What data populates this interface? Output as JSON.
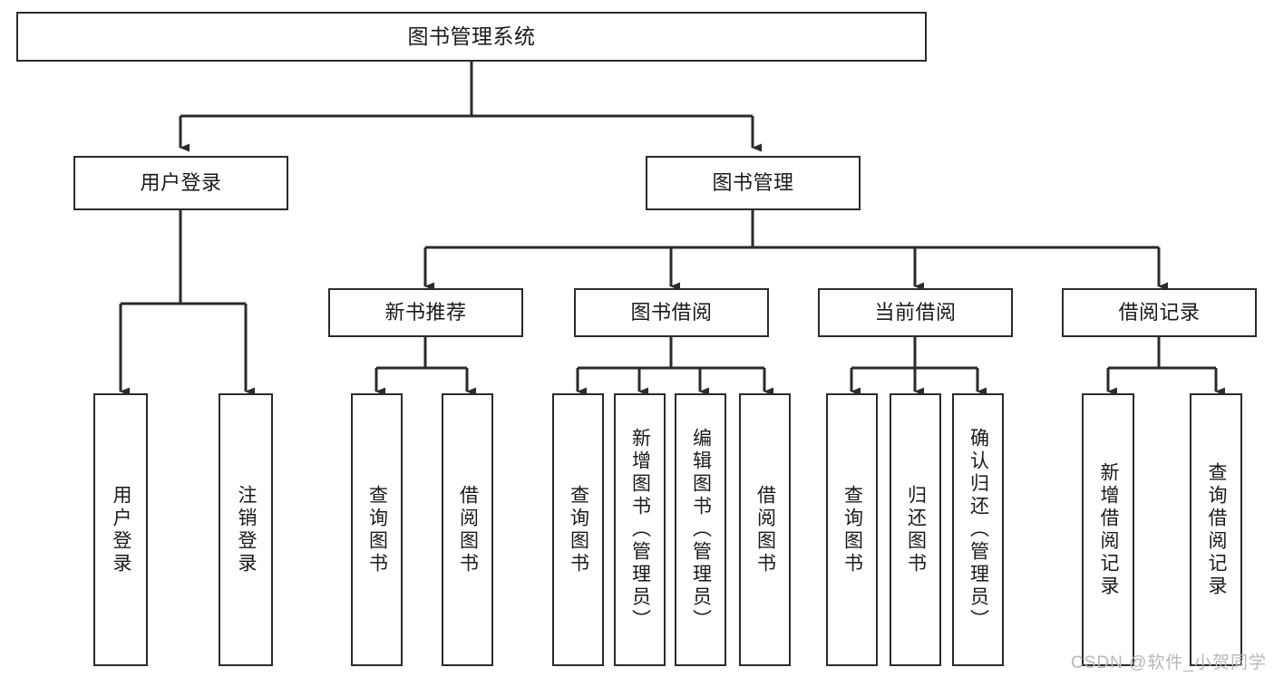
{
  "diagram": {
    "title": "图书管理系统",
    "type": "tree-hierarchy-chart",
    "background_color": "#ffffff",
    "line_color": "#2b2b2b",
    "box_border_color": "#2b2b2b",
    "box_fill_color": "#ffffff",
    "text_color": "#1a1a1a"
  },
  "root": {
    "label": "图书管理系统"
  },
  "level2": [
    {
      "label": "用户登录"
    },
    {
      "label": "图书管理"
    }
  ],
  "level3": [
    {
      "label": "新书推荐"
    },
    {
      "label": "图书借阅"
    },
    {
      "label": "当前借阅"
    },
    {
      "label": "借阅记录"
    }
  ],
  "leaves": {
    "user_login": [
      {
        "label": "用户登录"
      },
      {
        "label": "注销登录"
      }
    ],
    "new_book_recommend": [
      {
        "label": "查询图书"
      },
      {
        "label": "借阅图书"
      }
    ],
    "book_borrow": [
      {
        "label": "查询图书"
      },
      {
        "label": "新增图书（管理员）"
      },
      {
        "label": "编辑图书（管理员）"
      },
      {
        "label": "借阅图书"
      }
    ],
    "current_borrow": [
      {
        "label": "查询图书"
      },
      {
        "label": "归还图书"
      },
      {
        "label": "确认归还（管理员）"
      }
    ],
    "borrow_record": [
      {
        "label": "新增借阅记录"
      },
      {
        "label": "查询借阅记录"
      }
    ]
  },
  "watermark": {
    "text": "CSDN @软件_小贺同学"
  }
}
